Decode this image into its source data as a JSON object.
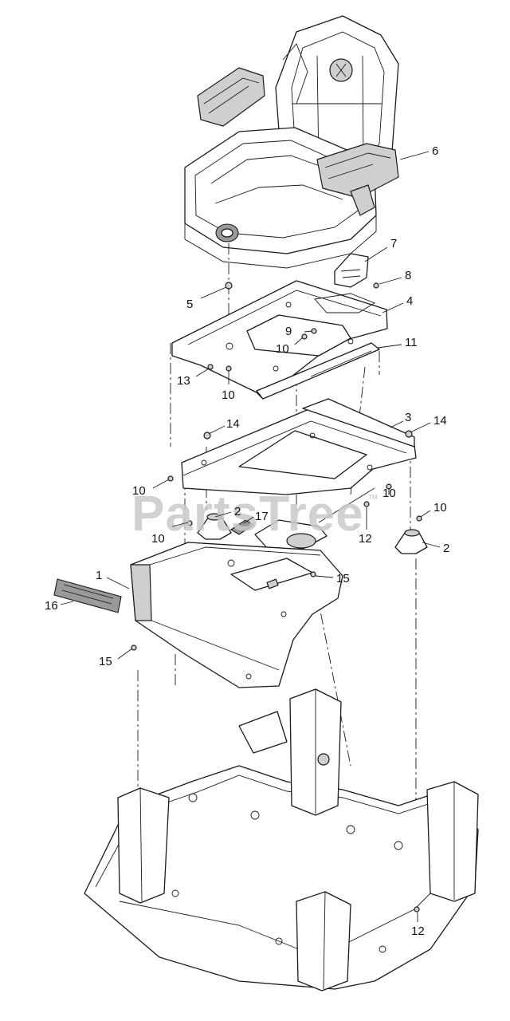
{
  "watermark": {
    "text": "PartsTree",
    "trademark": "TM"
  },
  "callouts": [
    {
      "id": "c6",
      "label": "6"
    },
    {
      "id": "c7",
      "label": "7"
    },
    {
      "id": "c8",
      "label": "8"
    },
    {
      "id": "c4",
      "label": "4"
    },
    {
      "id": "c5",
      "label": "5"
    },
    {
      "id": "c9",
      "label": "9"
    },
    {
      "id": "c10a",
      "label": "10"
    },
    {
      "id": "c11",
      "label": "11"
    },
    {
      "id": "c13",
      "label": "13"
    },
    {
      "id": "c10b",
      "label": "10"
    },
    {
      "id": "c14a",
      "label": "14"
    },
    {
      "id": "c3",
      "label": "3"
    },
    {
      "id": "c14b",
      "label": "14"
    },
    {
      "id": "c10c",
      "label": "10"
    },
    {
      "id": "c2a",
      "label": "2"
    },
    {
      "id": "c17",
      "label": "17"
    },
    {
      "id": "c10d",
      "label": "10"
    },
    {
      "id": "c10e",
      "label": "10"
    },
    {
      "id": "c12a",
      "label": "12"
    },
    {
      "id": "c10f",
      "label": "10"
    },
    {
      "id": "c2b",
      "label": "2"
    },
    {
      "id": "c1",
      "label": "1"
    },
    {
      "id": "c15a",
      "label": "15"
    },
    {
      "id": "c16",
      "label": "16"
    },
    {
      "id": "c15b",
      "label": "15"
    },
    {
      "id": "c12b",
      "label": "12"
    }
  ]
}
